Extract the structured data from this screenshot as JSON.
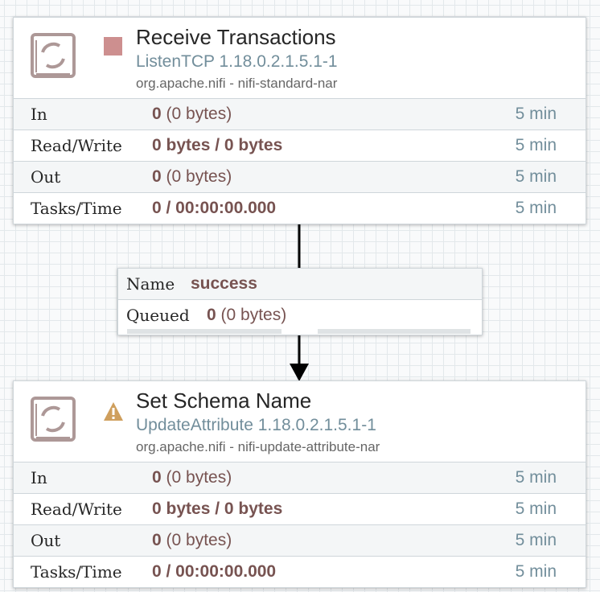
{
  "processors": [
    {
      "name": "Receive Transactions",
      "type": "ListenTCP 1.18.0.2.1.5.1-1",
      "bundle": "org.apache.nifi - nifi-standard-nar",
      "status": "stopped",
      "status_icon": "stop-icon",
      "stats": {
        "in": {
          "label": "In",
          "count": "0",
          "size": "(0 bytes)",
          "time": "5 min"
        },
        "read_write": {
          "label": "Read/Write",
          "value": "0 bytes / 0 bytes",
          "time": "5 min"
        },
        "out": {
          "label": "Out",
          "count": "0",
          "size": "(0 bytes)",
          "time": "5 min"
        },
        "tasks": {
          "label": "Tasks/Time",
          "value": "0 / 00:00:00.000",
          "time": "5 min"
        }
      }
    },
    {
      "name": "Set Schema Name",
      "type": "UpdateAttribute 1.18.0.2.1.5.1-1",
      "bundle": "org.apache.nifi - nifi-update-attribute-nar",
      "status": "invalid",
      "status_icon": "warning-icon",
      "stats": {
        "in": {
          "label": "In",
          "count": "0",
          "size": "(0 bytes)",
          "time": "5 min"
        },
        "read_write": {
          "label": "Read/Write",
          "value": "0 bytes / 0 bytes",
          "time": "5 min"
        },
        "out": {
          "label": "Out",
          "count": "0",
          "size": "(0 bytes)",
          "time": "5 min"
        },
        "tasks": {
          "label": "Tasks/Time",
          "value": "0 / 00:00:00.000",
          "time": "5 min"
        }
      }
    }
  ],
  "connection": {
    "name_label": "Name",
    "name": "success",
    "queued_label": "Queued",
    "queued_count": "0",
    "queued_size": "(0 bytes)"
  },
  "colors": {
    "stopped": "#cd8f8f",
    "warning": "#cf9f5d",
    "value_text": "#775351",
    "type_text": "#728e9b"
  }
}
